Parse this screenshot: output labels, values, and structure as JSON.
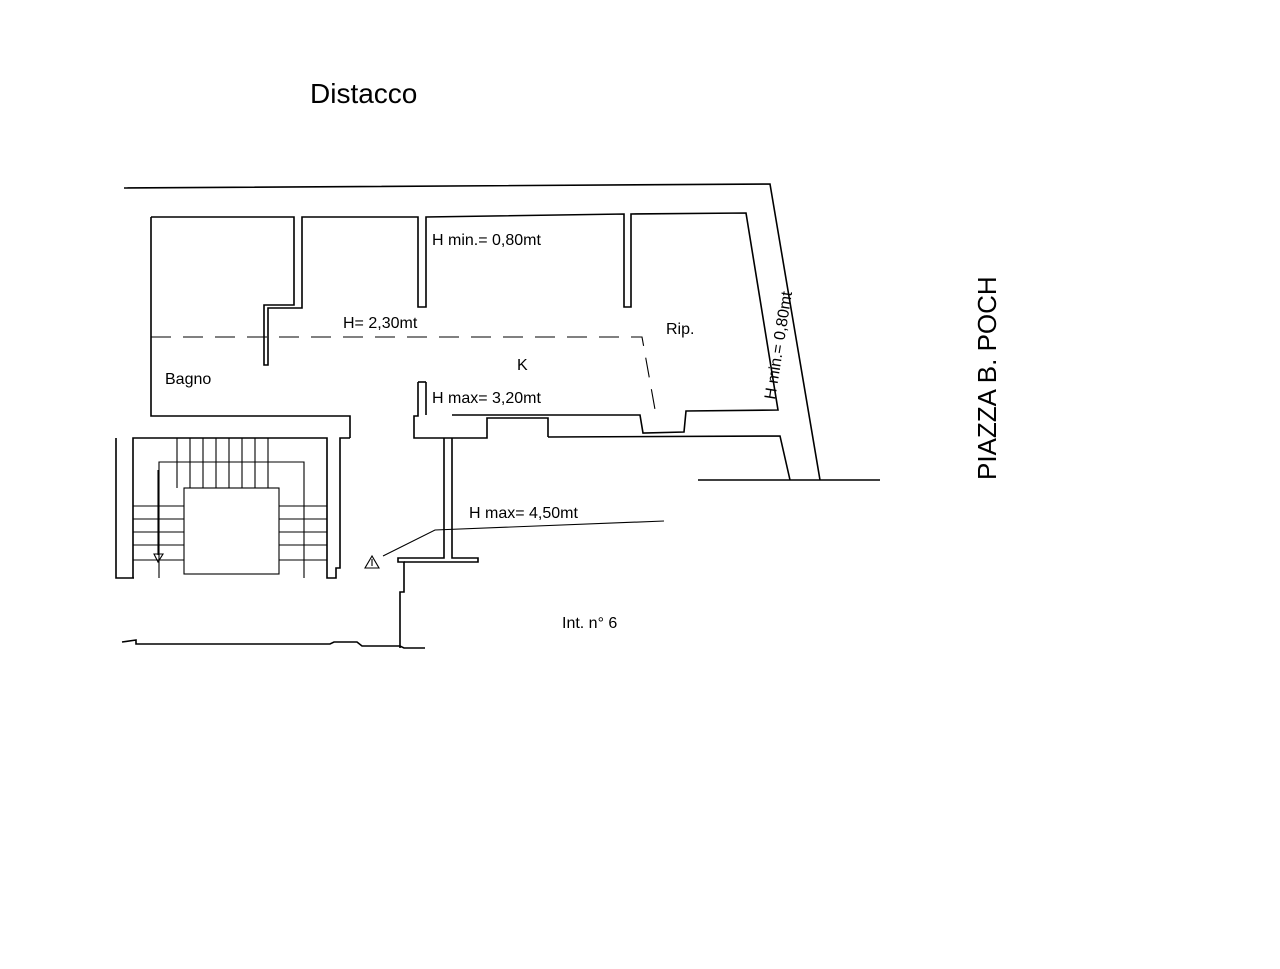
{
  "title": "Distacco",
  "street": "PIAZZA B. POCH",
  "rooms": {
    "bathroom": "Bagno",
    "kitchen": "K",
    "storage": "Rip."
  },
  "heights": {
    "h_min_top": "H min.= 0,80mt",
    "h_mid": "H= 2,30mt",
    "h_max_kitchen": "H max= 3,20mt",
    "h_min_side": "H min.= 0,80mt",
    "h_max_stair": "H max= 4,50mt"
  },
  "unit_label": "Int. n° 6"
}
